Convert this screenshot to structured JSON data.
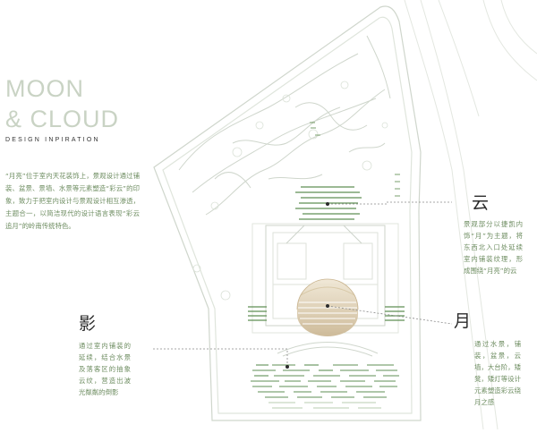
{
  "title": {
    "line1": "MOON",
    "line2": "& CLOUD",
    "subtitle": "DESIGN INPIRATION"
  },
  "intro": "“月亮”位于室内天花装饰上，景观设计通过铺装、盆景、景墙、水景等元素塑造“彩云”的印象，致力于把室内设计与景观设计相互渗透，主题合一，以简洁现代的设计语言表现“彩云追月”的岭南传统特色。",
  "callouts": {
    "cloud": {
      "char": "云",
      "text": "景观部分以捷凯内饰“月”为主题，将东西北入口处延续室内铺装纹理，形成围绕“月亮”的云"
    },
    "moon": {
      "char": "月",
      "text": "通过水景，铺装，盆景，云墙，大台阶，矮凳，矮灯等设计元素塑造彩云绕月之感"
    },
    "shadow": {
      "char": "影",
      "text": "通过室内铺装的延续，结合水景及落客区的抽象云纹，营造出波光粼粼的倒影"
    }
  },
  "colors": {
    "accent_green": "#6e8d61",
    "title_gray": "#c9d3c4",
    "plan_line": "#cfd6cc",
    "stripe_green": "#5f8f55",
    "moon_gold": "#c9b48f"
  }
}
